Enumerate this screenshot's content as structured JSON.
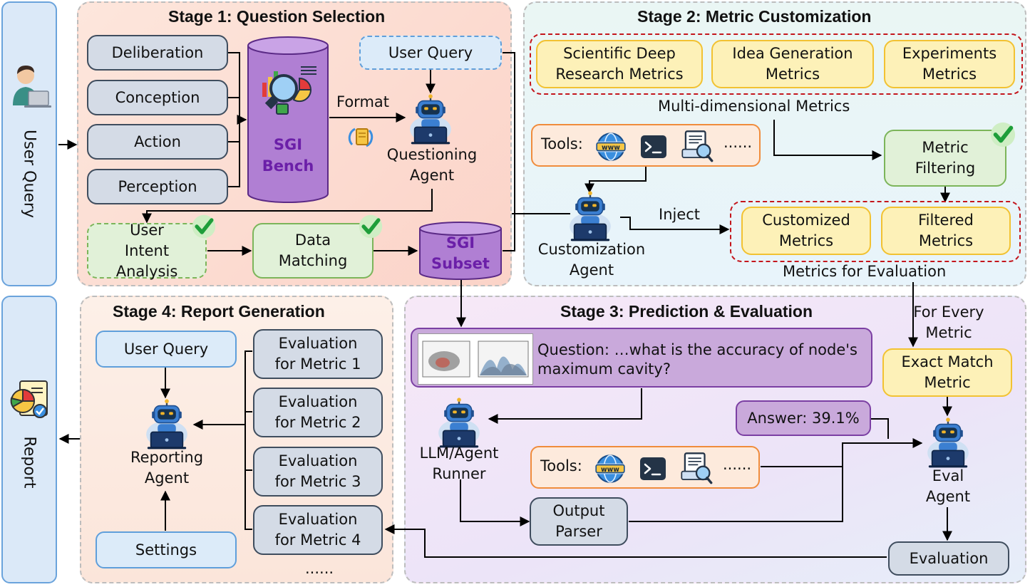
{
  "side": {
    "user_query": "User Query",
    "report": "Report"
  },
  "stage1": {
    "title": "Stage 1: Question Selection",
    "categories": [
      "Deliberation",
      "Conception",
      "Action",
      "Perception"
    ],
    "bench_label_1": "SGI",
    "bench_label_2": "Bench",
    "user_query": "User Query",
    "format_label": "Format",
    "agent_line1": "Questioning",
    "agent_line2": "Agent",
    "intent_line1": "User",
    "intent_line2": "Intent",
    "intent_line3": "Analysis",
    "matching_line1": "Data",
    "matching_line2": "Matching",
    "subset_line1": "SGI",
    "subset_line2": "Subset"
  },
  "stage2": {
    "title": "Stage 2: Metric Customization",
    "metric_boxes": [
      {
        "line1": "Scientific Deep",
        "line2": "Research Metrics"
      },
      {
        "line1": "Idea Generation",
        "line2": "Metrics"
      },
      {
        "line1": "Experiments",
        "line2": "Metrics"
      }
    ],
    "multi_label": "Multi-dimensional Metrics",
    "tools_label": "Tools:",
    "tools_ellipsis": "......",
    "filtering_line1": "Metric",
    "filtering_line2": "Filtering",
    "agent_line1": "Customization",
    "agent_line2": "Agent",
    "inject_label": "Inject",
    "customized_line1": "Customized",
    "customized_line2": "Metrics",
    "filtered_line1": "Filtered",
    "filtered_line2": "Metrics",
    "eval_label": "Metrics for Evaluation"
  },
  "stage3": {
    "title": "Stage 3: Prediction & Evaluation",
    "question_line1": "Question: …what is the accuracy of node's",
    "question_line2": "maximum cavity?",
    "runner_line1": "LLM/Agent",
    "runner_line2": "Runner",
    "tools_label": "Tools:",
    "tools_ellipsis": "......",
    "parser_line1": "Output",
    "parser_line2": "Parser",
    "answer": "Answer: 39.1%",
    "for_every_line1": "For Every",
    "for_every_line2": "Metric",
    "exact_line1": "Exact Match",
    "exact_line2": "Metric",
    "eval_agent_line1": "Eval",
    "eval_agent_line2": "Agent",
    "evaluation": "Evaluation"
  },
  "stage4": {
    "title": "Stage 4: Report Generation",
    "user_query": "User Query",
    "settings": "Settings",
    "agent_line1": "Reporting",
    "agent_line2": "Agent",
    "evals": [
      {
        "line1": "Evaluation",
        "line2": "for Metric 1"
      },
      {
        "line1": "Evaluation",
        "line2": "for Metric 2"
      },
      {
        "line1": "Evaluation",
        "line2": "for Metric 3"
      },
      {
        "line1": "Evaluation",
        "line2": "for Metric 4"
      }
    ],
    "ellipsis": "......"
  },
  "icons": {
    "user": "user-at-laptop-icon",
    "report": "report-chart-icon",
    "robot": "robot-agent-icon",
    "check": "check-mark-icon",
    "www": "www-globe-icon",
    "terminal": "terminal-icon",
    "doc_search": "document-search-icon",
    "bench": "analytics-magnifier-icon",
    "refresh_doc": "document-refresh-icon",
    "plot_thumbnail": "plot-thumbnail-icon"
  },
  "colors": {
    "gray_box": "#d4dbe6",
    "blue_box": "#dcebf9",
    "green_box": "#e1f1d8",
    "yellow_box": "#fdf1b8",
    "purple_box": "#c9a9db",
    "orange_box": "#fdeadc",
    "red_dash": "#c4161c",
    "bench_purple": "#b07fd3"
  }
}
